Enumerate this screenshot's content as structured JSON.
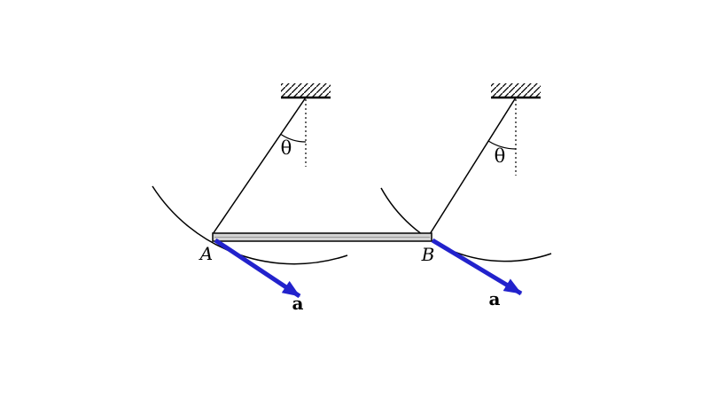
{
  "figure": {
    "colors": {
      "arrow": "#2222cc",
      "line": "#000000",
      "bar_fill": "#d4d4d4"
    },
    "left_pendulum": {
      "angle_label": "θ",
      "point_label": "A",
      "accel_label": "a"
    },
    "right_pendulum": {
      "angle_label": "θ",
      "point_label": "B",
      "accel_label": "a"
    }
  }
}
